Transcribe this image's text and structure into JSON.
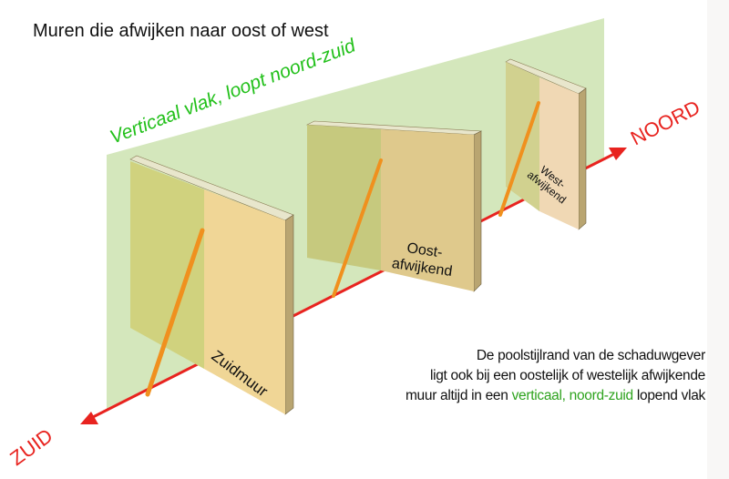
{
  "title": "Muren die afwijken naar oost of west",
  "plane_label": "Verticaal vlak, loopt noord-zuid",
  "directions": {
    "north": "NOORD",
    "south": "ZUID"
  },
  "walls": [
    {
      "label": "Zuidmuur"
    },
    {
      "label_line1": "Oost-",
      "label_line2": "afwijkend"
    },
    {
      "label_line1": "West-",
      "label_line2": "afwijkend"
    }
  ],
  "note": {
    "line1": "De poolstijlrand van de schaduwgever",
    "line2": "ligt ook bij een oostelijk of westelijk afwijkende",
    "line3_pre": "muur altijd in een ",
    "line3_highlight": "verticaal, noord-zuid",
    "line3_post": " lopend vlak"
  },
  "colors": {
    "plane": "#d4e7bc",
    "axis": "#e8231f",
    "style": "#f0901e",
    "plane_label": "#22c01a",
    "highlight": "#2ea31e"
  }
}
